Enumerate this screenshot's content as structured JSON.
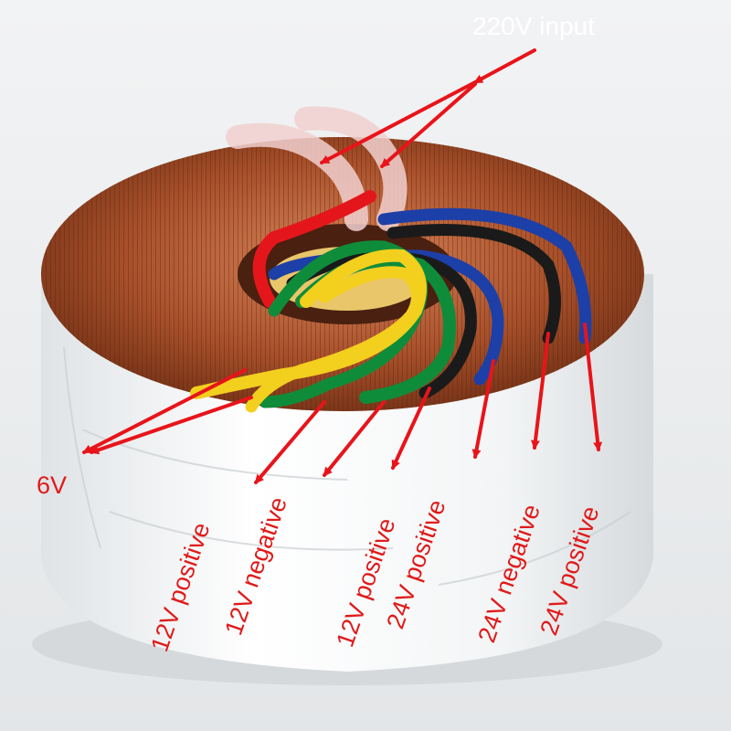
{
  "labels": {
    "input": "220V input",
    "six_v": "6V",
    "l1": "12V positive",
    "l2": "12V negative",
    "l3": "12V positive",
    "l4": "24V positive",
    "l5": "24V negative",
    "l6": "24V positive"
  },
  "colors": {
    "annotation": "#e8141a",
    "copper": "#a8502a",
    "insulation": "#f4f5f6",
    "wire_red": "#e4161c",
    "wire_yellow": "#f3cf1e",
    "wire_green": "#0f8c3a",
    "wire_black": "#1a1a1a",
    "wire_blue": "#1d3fa8"
  }
}
